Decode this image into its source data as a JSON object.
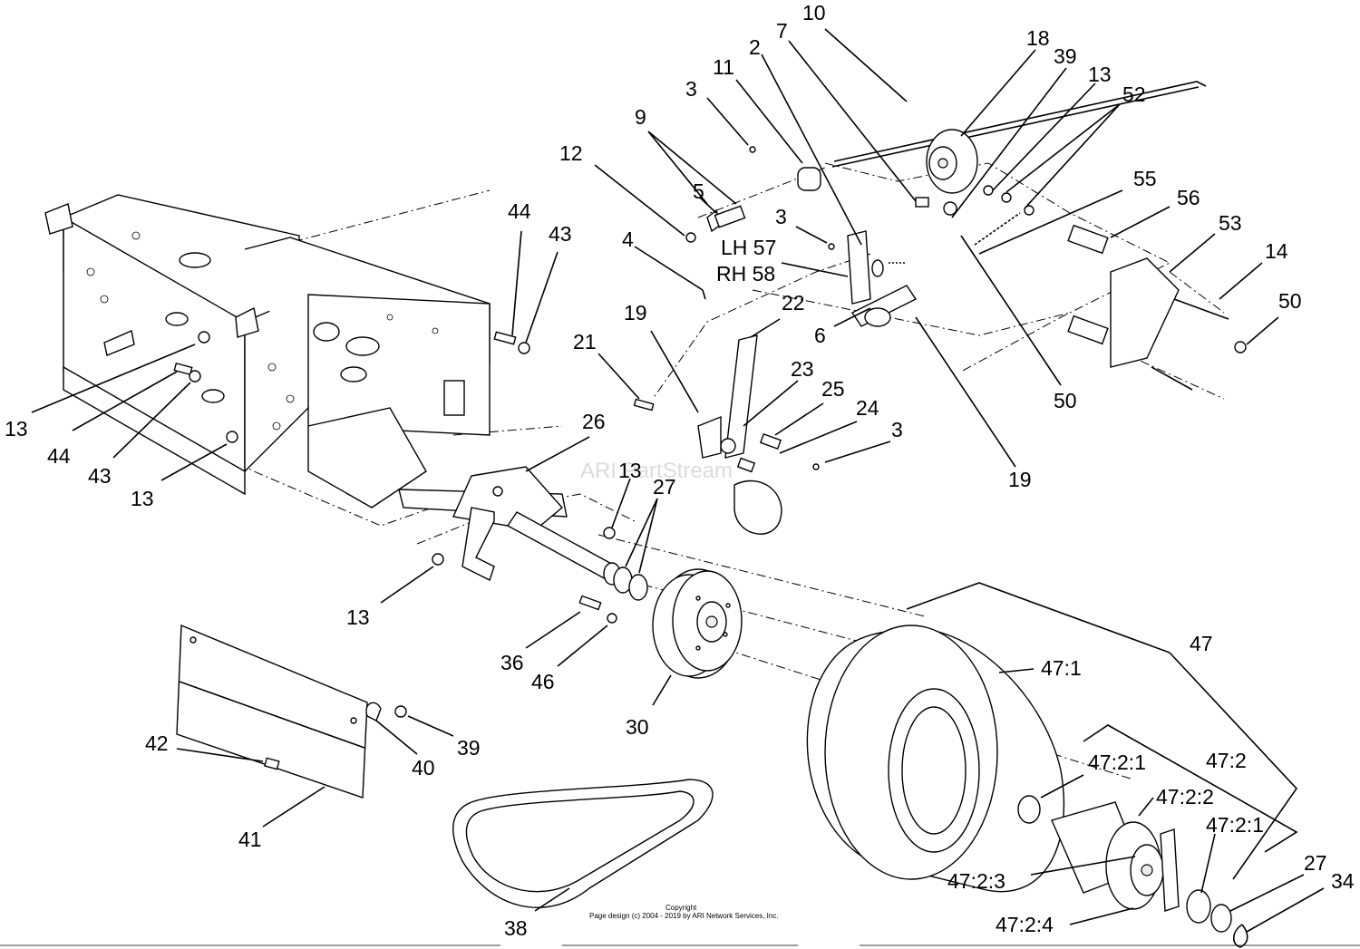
{
  "diagram": {
    "watermark": "ARI PartStream",
    "copyright": "Copyright",
    "page_design": "Page design (c) 2004 - 2019 by ARI Network Services, Inc.",
    "labels": [
      "10",
      "2",
      "7",
      "18",
      "39",
      "13",
      "52",
      "11",
      "3",
      "9",
      "12",
      "5",
      "3",
      "LH 57",
      "RH 58",
      "55",
      "56",
      "53",
      "14",
      "50",
      "44",
      "43",
      "4",
      "19",
      "22",
      "6",
      "21",
      "23",
      "25",
      "24",
      "3",
      "19",
      "50",
      "13",
      "44",
      "43",
      "13",
      "26",
      "13",
      "27",
      "13",
      "36",
      "46",
      "30",
      "47",
      "47:1",
      "47:2",
      "47:2:1",
      "47:2:2",
      "47:2:1",
      "47:2:3",
      "47:2:4",
      "27",
      "34",
      "42",
      "39",
      "40",
      "41",
      "38"
    ]
  }
}
